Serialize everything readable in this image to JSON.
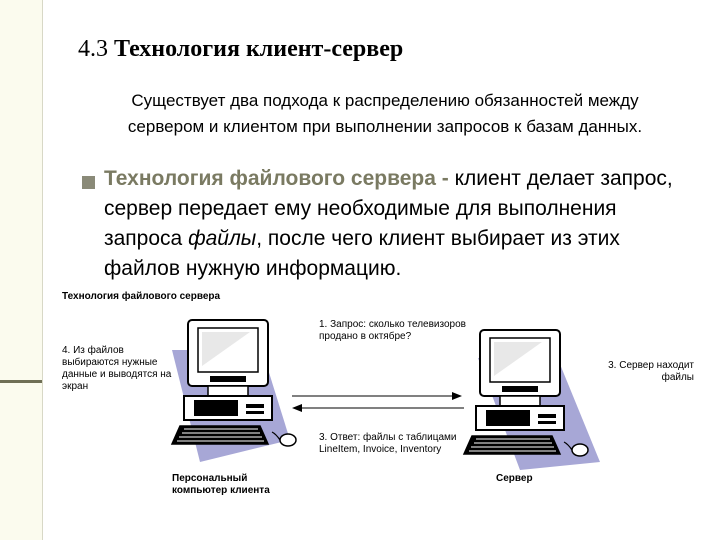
{
  "slide": {
    "title_prefix": "4.3",
    "title_main": "Технология клиент-сервер",
    "intro": "Существует два подхода к распределению обязанностей между сервером и клиентом при выполнении запросов к базам данных.",
    "bullet": {
      "emphasis": "Технология файлового сервера -",
      "text_part1": " клиент делает запрос, сервер передает ему необходимые для выполнения запроса ",
      "italic": "файлы",
      "text_part2": ", после чего клиент выбирает из этих файлов нужную информацию."
    }
  },
  "diagram": {
    "caption": "Технология файлового сервера",
    "step1": "1. Запрос: сколько телевизоров продано в октябре?",
    "step3_answer": "3. Ответ: файлы с таблицами LineItem, Invoice, Inventory",
    "step3_server": "3. Сервер находит файлы",
    "step4": "4. Из файлов выбираются нужные данные и выводятся на экран",
    "client_label": "Персональный компьютер клиента",
    "server_label": "Сервер"
  },
  "icons": [
    "computer-icon",
    "arrow-right-icon",
    "arrow-left-icon"
  ],
  "colors": {
    "emphasis": "#7a7a62",
    "bullet": "#8a8a78",
    "shadow": "#a7a7d6"
  }
}
